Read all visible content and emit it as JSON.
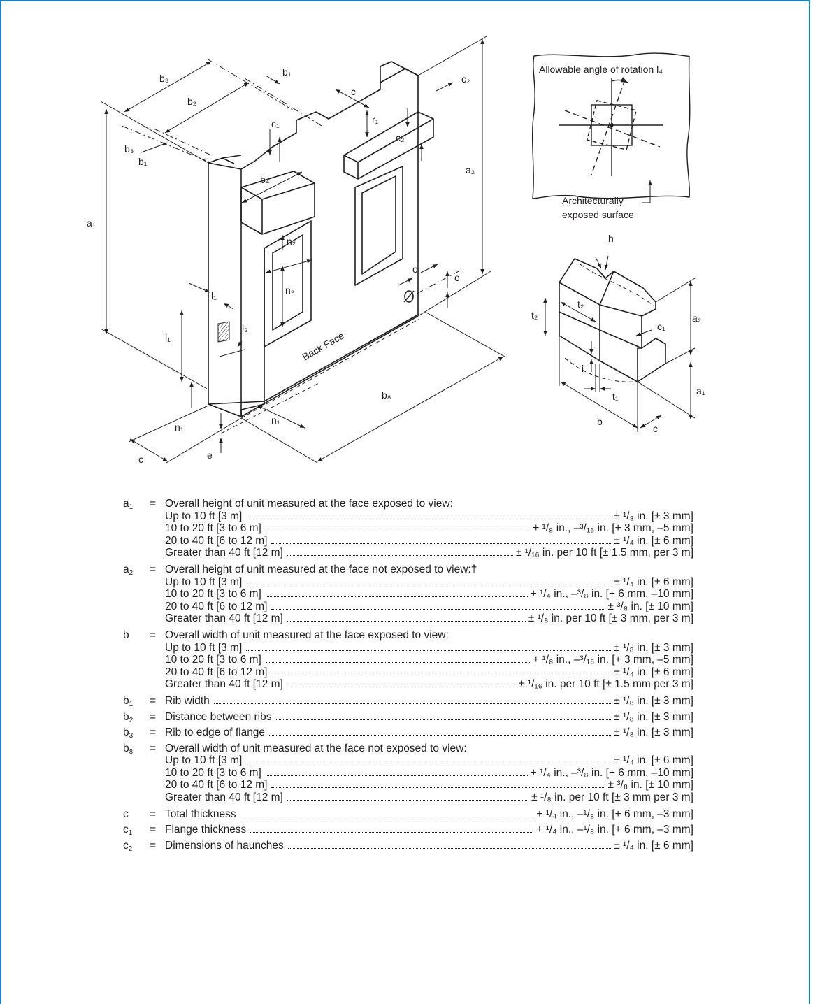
{
  "colors": {
    "frame": "#1b7fc0",
    "ink": "#231f20"
  },
  "figure_labels": {
    "b3_top": "b₃",
    "b1_top": "b₁",
    "b2": "b₂",
    "c_top": "c",
    "c2_top": "c₂",
    "b3_left": "b₃",
    "b1_left": "b₁",
    "c1_mid": "c₁",
    "r1": "r₁",
    "c2_mid": "c₂",
    "a1": "a₁",
    "b4": "b₄",
    "a2": "a₂",
    "n2_top": "n₂",
    "n2_mid": "n₂",
    "o_a": "o",
    "o_b": "o",
    "l1_top": "l₁",
    "l1_left": "l₁",
    "l2": "l₂",
    "back_face": "Back Face",
    "b8": "b₈",
    "n1_left": "n₁",
    "n1_right": "n₁",
    "c_bottom": "c",
    "e": "e",
    "rotation_title": "Allowable angle of rotation l₄",
    "arch_line1": "Architecturally",
    "arch_line2": "exposed surface",
    "h": "h",
    "t2_a": "t₂",
    "t2_b": "t₂",
    "a2_right": "a₂",
    "c1_right": "c₁",
    "i": "i",
    "t1": "t₁",
    "a1_right": "a₁",
    "b_right": "b",
    "c_right": "c"
  },
  "specs": [
    {
      "symbol": "a",
      "subscript": "1",
      "eq": "=",
      "label": "Overall height of unit measured at the face exposed to view:",
      "rows": [
        {
          "label": "Up to 10 ft [3 m]",
          "value": "± ¹/₈ in. [± 3 mm]"
        },
        {
          "label": "10 to 20 ft [3 to 6 m]",
          "value": "+ ¹/₈ in., –³/₁₆ in. [+ 3 mm, –5 mm]"
        },
        {
          "label": "20 to 40 ft [6 to 12 m]",
          "value": "± ¹/₄ in. [± 6 mm]"
        },
        {
          "label": "Greater than 40 ft [12 m]",
          "value": "± ¹/₁₆ in. per 10 ft [± 1.5 mm, per 3 m]"
        }
      ]
    },
    {
      "symbol": "a",
      "subscript": "2",
      "eq": "=",
      "label": "Overall height of unit measured at the face not exposed to view:†",
      "rows": [
        {
          "label": "Up to 10 ft [3 m]",
          "value": "± ¹/₄ in. [± 6 mm]"
        },
        {
          "label": "10 to 20 ft [3 to 6 m]",
          "value": "+ ¹/₄ in., –³/₈ in. [+ 6 mm, –10 mm]"
        },
        {
          "label": "20 to 40 ft [6 to 12 m]",
          "value": "± ³/₈ in. [± 10 mm]"
        },
        {
          "label": "Greater than 40 ft [12 m]",
          "value": "± ¹/₈ in. per 10 ft [± 3 mm, per 3 m]"
        }
      ]
    },
    {
      "symbol": "b",
      "subscript": "",
      "eq": "=",
      "label": "Overall width of unit measured at the face exposed to view:",
      "rows": [
        {
          "label": "Up to 10 ft [3 m]",
          "value": "± ¹/₈ in. [± 3 mm]"
        },
        {
          "label": "10 to 20 ft [3 to 6 m]",
          "value": "+ ¹/₈ in., –³/₁₆ in. [+ 3 mm, –5 mm]"
        },
        {
          "label": "20 to 40 ft [6 to 12 m]",
          "value": "± ¹/₄ in. [± 6 mm]"
        },
        {
          "label": "Greater than 40 ft [12 m]",
          "value": "± ¹/₁₆ in. per 10 ft [± 1.5 mm per 3 m]"
        }
      ]
    },
    {
      "symbol": "b",
      "subscript": "1",
      "eq": "=",
      "label": "Rib width",
      "value": "± ¹/₈ in. [± 3 mm]"
    },
    {
      "symbol": "b",
      "subscript": "2",
      "eq": "=",
      "label": "Distance between ribs",
      "value": "± ¹/₈ in. [± 3 mm]"
    },
    {
      "symbol": "b",
      "subscript": "3",
      "eq": "=",
      "label": "Rib to edge of flange",
      "value": "± ¹/₈ in. [± 3 mm]"
    },
    {
      "symbol": "b",
      "subscript": "8",
      "eq": "=",
      "label": "Overall width of unit measured at the face not exposed to view:",
      "rows": [
        {
          "label": "Up to 10 ft [3 m]",
          "value": "± ¹/₄ in. [± 6 mm]"
        },
        {
          "label": "10 to 20 ft [3 to 6 m]",
          "value": "+ ¹/₄ in., –³/₈ in. [+ 6 mm, –10 mm]"
        },
        {
          "label": "20 to 40 ft [6 to 12 m]",
          "value": "± ³/₈ in. [± 10 mm]"
        },
        {
          "label": "Greater than 40 ft [12 m]",
          "value": "± ¹/₈ in. per 10 ft [± 3 mm per 3 m]"
        }
      ]
    },
    {
      "symbol": "c",
      "subscript": "",
      "eq": "=",
      "label": "Total thickness",
      "value": "+ ¹/₄ in., –¹/₈ in. [+ 6 mm, –3 mm]"
    },
    {
      "symbol": "c",
      "subscript": "1",
      "eq": "=",
      "label": "Flange thickness",
      "value": "+ ¹/₄ in., –¹/₈ in. [+ 6 mm, –3 mm]"
    },
    {
      "symbol": "c",
      "subscript": "2",
      "eq": "=",
      "label": "Dimensions of haunches",
      "value": "± ¹/₄ in. [± 6 mm]"
    }
  ]
}
